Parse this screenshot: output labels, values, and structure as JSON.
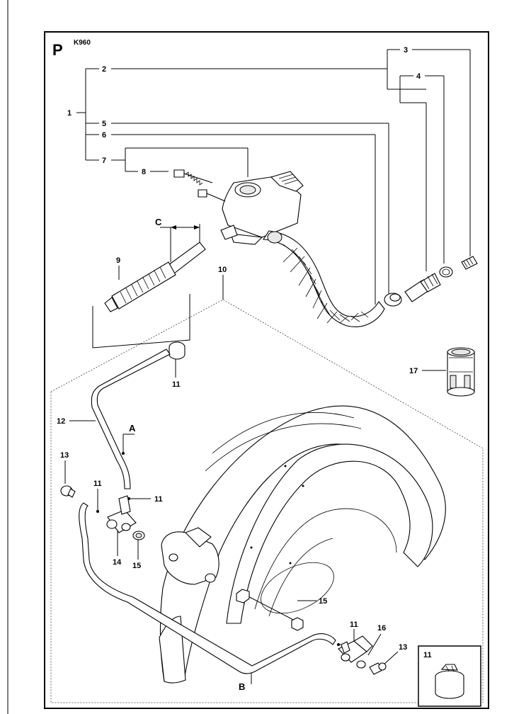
{
  "section_letter": "P",
  "model": "K960",
  "detail_box_label": "11",
  "letters": {
    "A": "A",
    "B": "B",
    "C": "C"
  },
  "callouts": {
    "c1": "1",
    "c2": "2",
    "c3": "3",
    "c4": "4",
    "c5": "5",
    "c6": "6",
    "c7": "7",
    "c8": "8",
    "c9": "9",
    "c10": "10",
    "c11a": "11",
    "c11b": "11",
    "c11c": "11",
    "c11d": "11",
    "c12": "12",
    "c13a": "13",
    "c13b": "13",
    "c14": "14",
    "c15a": "15",
    "c15b": "15",
    "c16": "16",
    "c17": "17"
  }
}
